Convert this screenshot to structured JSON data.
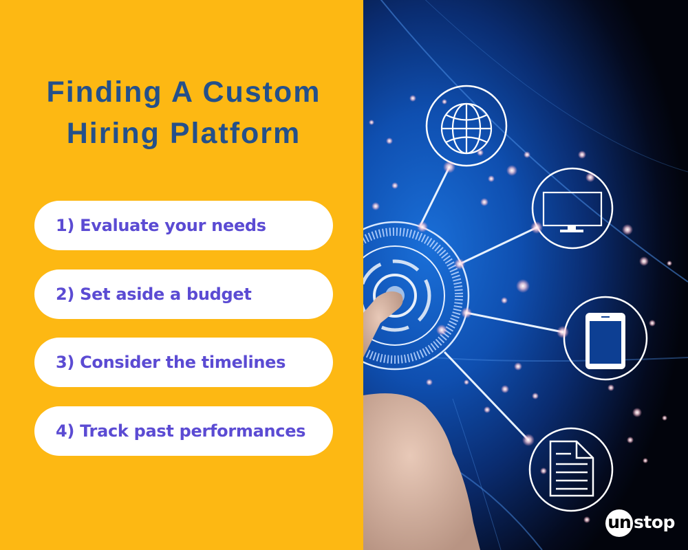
{
  "title": {
    "line1": "Finding A Custom",
    "line2": "Hiring Platform"
  },
  "steps": [
    {
      "label": "1) Evaluate your needs"
    },
    {
      "label": "2) Set aside a budget"
    },
    {
      "label": "3) Consider the timelines"
    },
    {
      "label": "4) Track past performances"
    }
  ],
  "illustration": {
    "icons": [
      "globe-icon",
      "monitor-icon",
      "tablet-icon",
      "document-icon"
    ]
  },
  "brand": {
    "logo_circle_text": "un",
    "logo_rest_text": "stop"
  },
  "colors": {
    "background": "#FDB813",
    "title": "#24508A",
    "step_text": "#5B4BD3",
    "step_bg": "#FFFFFF"
  }
}
